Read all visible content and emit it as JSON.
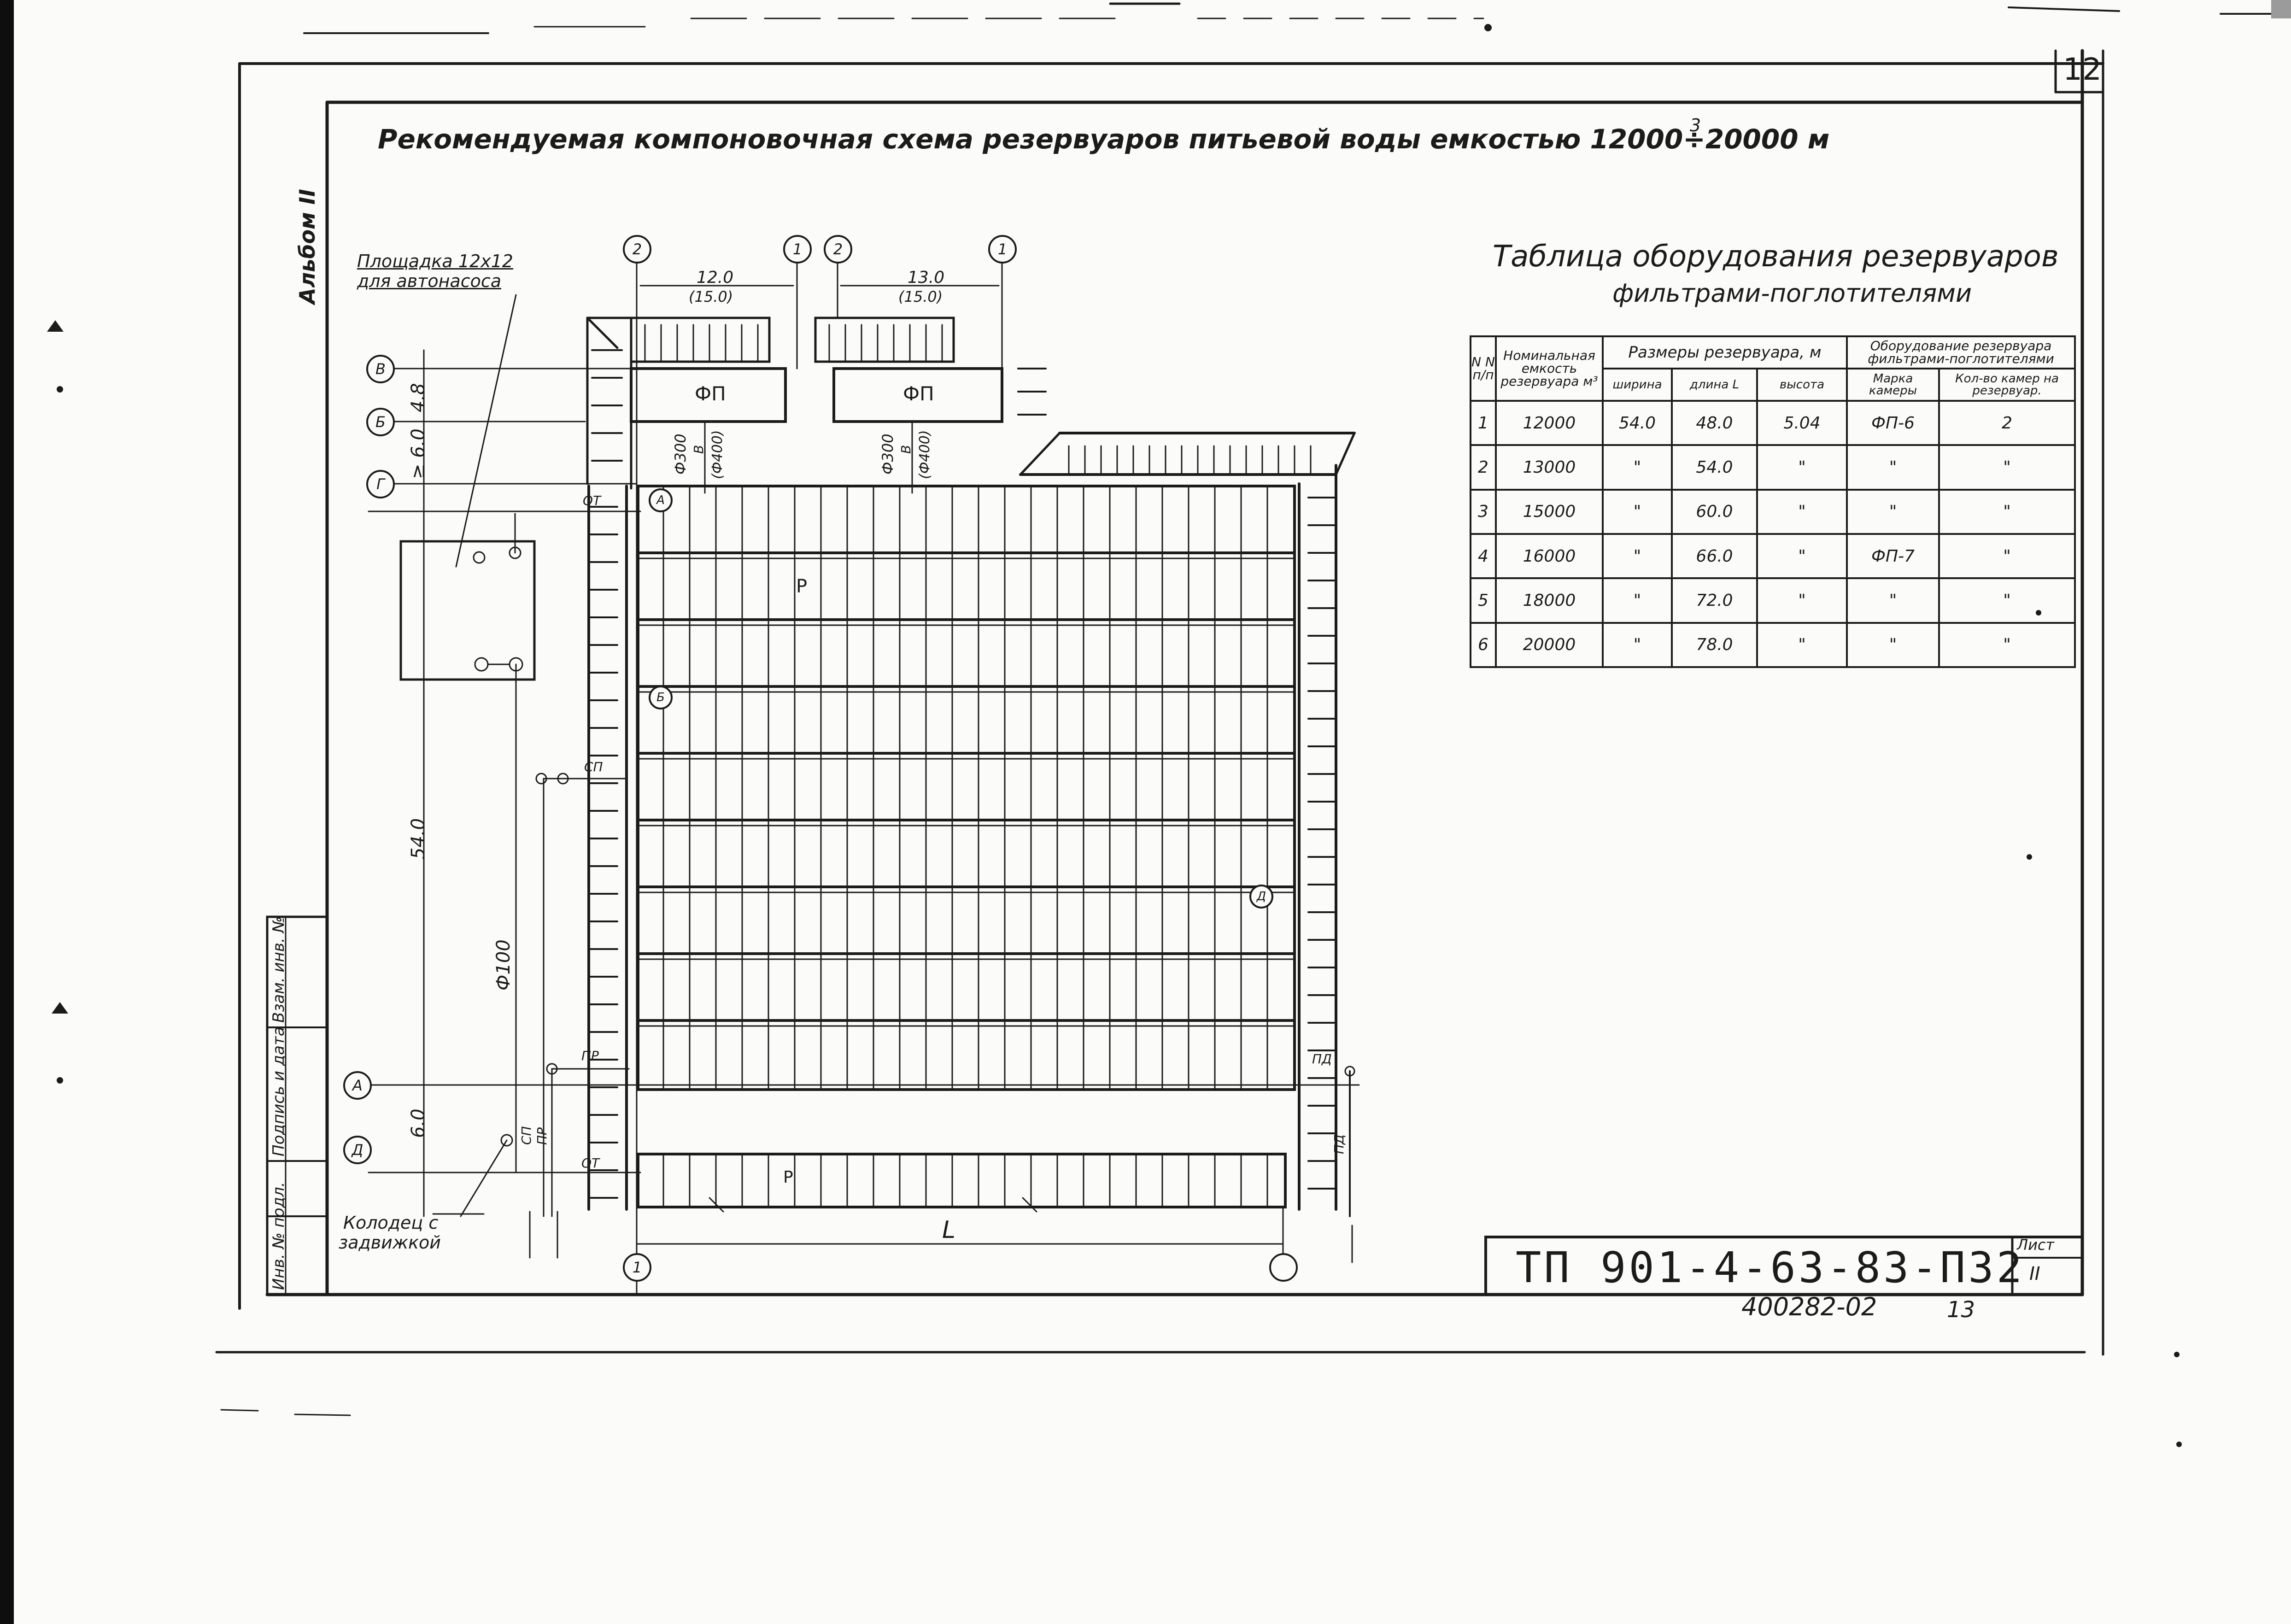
{
  "page_number": "12",
  "title": "Рекомендуемая компоновочная схема резервуаров питьевой воды емкостью 12000÷20000 м",
  "title_superscript": "3",
  "album_label": "Альбом II",
  "drawing": {
    "platform_label_line1": "Площадка 12х12",
    "platform_label_line2": "для автонасоса",
    "well_label_line1": "Колодец с",
    "well_label_line2": "задвижкой",
    "axis_labels": {
      "top_2a": "2",
      "top_1a": "1",
      "top_2b": "2",
      "top_1b": "1",
      "left_v": "В",
      "left_b": "Б",
      "left_g": "Г",
      "left_a": "А",
      "left_d": "Д",
      "bottom_left": "1",
      "bottom_right": "",
      "inner_a": "А",
      "inner_b": "Б",
      "inner_d": "Д"
    },
    "dims": {
      "top_left_span": "12.0",
      "top_left_span_alt": "(15.0)",
      "top_right_span": "13.0",
      "top_right_span_alt": "(15.0)",
      "left_v_b": "4.8",
      "left_b_g": "≥ 6.0",
      "left_main": "54.0",
      "left_a_d": "6.0",
      "pipe_main": "Ф100",
      "pipe_left_1": "Ф300",
      "pipe_left_2": "В",
      "pipe_left_3": "(Ф400)",
      "pipe_right_1": "Ф300",
      "pipe_right_2": "В",
      "pipe_right_3": "(Ф400)",
      "bottom_length": "L"
    },
    "chamber_label_left": "ФП",
    "chamber_label_right": "ФП",
    "reservoir_label_main": "Р",
    "reservoir_label_small": "Р",
    "pipe_tags": {
      "ot_top": "ОТ",
      "sp": "СП",
      "pr": "ПР",
      "ot_bottom": "ОТ",
      "pd_right": "ПД",
      "pd_right_vertical": "ПД",
      "sp_vertical": "СП",
      "pr_vertical": "ПР"
    }
  },
  "table": {
    "title_line1": "Таблица оборудования резервуаров",
    "title_line2": "фильтрами-поглотителями",
    "header": {
      "num": "N N п/п",
      "capacity": "Номинальная емкость резервуара м³",
      "sizes_group": "Размеры резервуара, м",
      "width": "ширина",
      "length": "длина L",
      "height": "высота",
      "equipment_group": "Оборудование резервуара фильтрами-поглотителями",
      "chamber_brand": "Марка камеры",
      "chamber_count": "Кол-во камер на резервуар."
    },
    "rows": [
      {
        "n": "1",
        "capacity": "12000",
        "width": "54.0",
        "length": "48.0",
        "height": "5.04",
        "brand": "ФП-6",
        "count": "2"
      },
      {
        "n": "2",
        "capacity": "13000",
        "width": "\"",
        "length": "54.0",
        "height": "\"",
        "brand": "\"",
        "count": "\""
      },
      {
        "n": "3",
        "capacity": "15000",
        "width": "\"",
        "length": "60.0",
        "height": "\"",
        "brand": "\"",
        "count": "\""
      },
      {
        "n": "4",
        "capacity": "16000",
        "width": "\"",
        "length": "66.0",
        "height": "\"",
        "brand": "ФП-7",
        "count": "\""
      },
      {
        "n": "5",
        "capacity": "18000",
        "width": "\"",
        "length": "72.0",
        "height": "\"",
        "brand": "\"",
        "count": "\""
      },
      {
        "n": "6",
        "capacity": "20000",
        "width": "\"",
        "length": "78.0",
        "height": "\"",
        "brand": "\"",
        "count": "\""
      }
    ]
  },
  "side_stamp": {
    "inv_orig": "Инв. № подл.",
    "sign_date": "Подпись и дата",
    "vzam_inv": "Взам. инв. №"
  },
  "stamp": {
    "code": "ТП 901-4-63-83-П32",
    "list_label": "Лист",
    "list_value": "II",
    "inv_number": "400282-02",
    "sheet_number": "13"
  }
}
